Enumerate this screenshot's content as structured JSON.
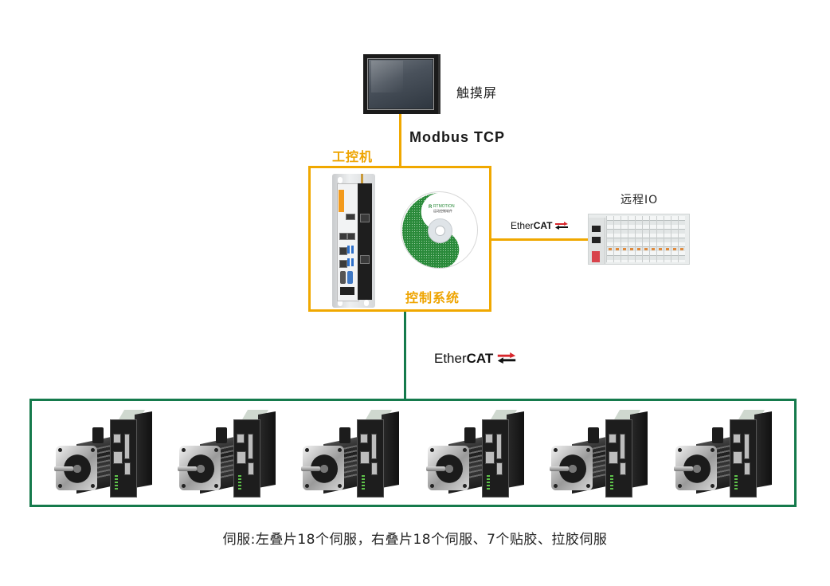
{
  "diagram": {
    "touchscreen": {
      "label": "触摸屏"
    },
    "hmi_link": {
      "protocol": "Modbus TCP"
    },
    "ipc": {
      "title": "工控机",
      "software_label": "控制系统",
      "cd_brand": "RTMOTION",
      "cd_subtitle": "运动控制软件",
      "icons": [
        "industrial-pc-icon",
        "software-cd-icon"
      ]
    },
    "remote_io": {
      "label": "远程IO",
      "bus": {
        "text_regular": "Ether",
        "text_bold": "CAT"
      }
    },
    "servo_bus": {
      "text_regular": "Ether",
      "text_bold": "CAT"
    },
    "servos": {
      "count_shown": 6,
      "items": [
        {
          "icon": "servo-motor-drive-icon"
        },
        {
          "icon": "servo-motor-drive-icon"
        },
        {
          "icon": "servo-motor-drive-icon"
        },
        {
          "icon": "servo-motor-drive-icon"
        },
        {
          "icon": "servo-motor-drive-icon"
        },
        {
          "icon": "servo-motor-drive-icon"
        }
      ],
      "caption": "伺服:左叠片18个伺服，右叠片18个伺服、7个贴胶、拉胶伺服"
    },
    "colors": {
      "ipc_link": "#f0a800",
      "servo_link": "#157a4c",
      "ethercat_red": "#d8262c"
    }
  }
}
